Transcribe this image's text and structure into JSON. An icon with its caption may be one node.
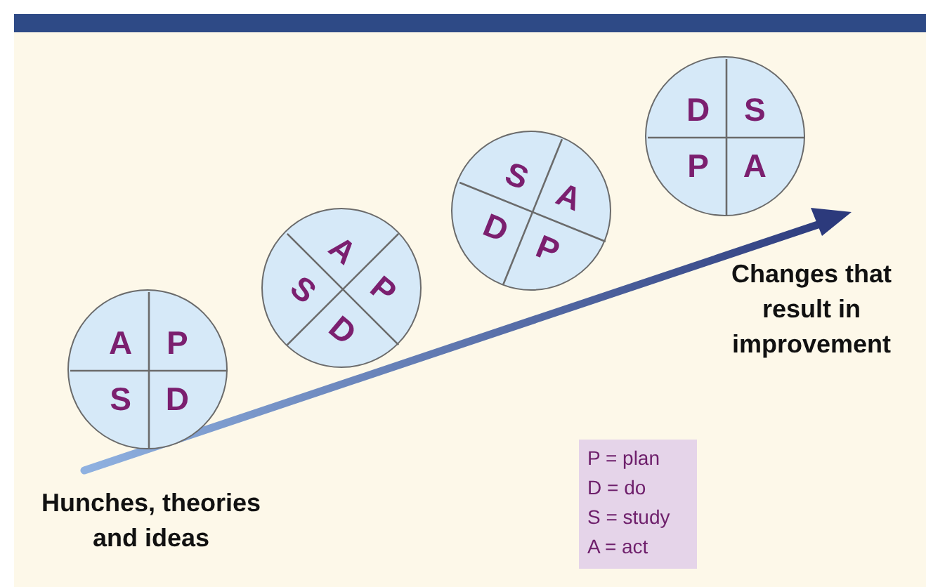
{
  "diagram": {
    "nodes": [
      {
        "text": [
          "A",
          "P",
          "S",
          "D"
        ]
      },
      {
        "text": [
          "A",
          "P",
          "S",
          "D"
        ]
      },
      {
        "text": [
          "S",
          "A",
          "D",
          "P"
        ]
      },
      {
        "text": [
          "D",
          "S",
          "P",
          "A"
        ]
      },
      {
        "text": [
          "Changes that result in improvement"
        ]
      },
      {
        "text": [
          "Hunches, theories and ideas"
        ]
      },
      {
        "text": [
          "P = plan",
          "D = do",
          "S = study",
          "A = act"
        ]
      }
    ]
  }
}
